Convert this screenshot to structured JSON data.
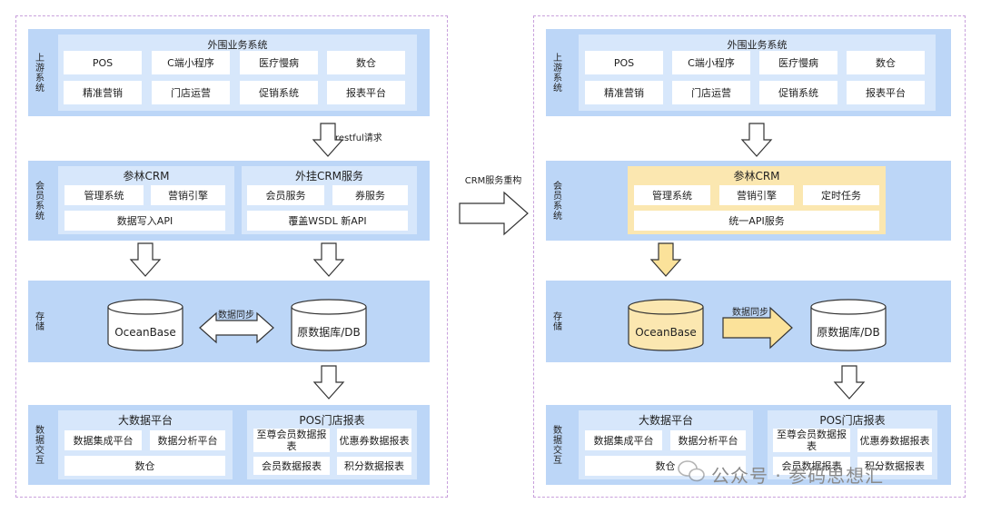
{
  "transition_label": "CRM服务重构",
  "watermark": "公众号 · 参码思想汇",
  "left": {
    "upstream": {
      "label": "上游系统",
      "title": "外围业务系统",
      "items": [
        "POS",
        "C端小程序",
        "医疗慢病",
        "数仓",
        "精准营销",
        "门店运营",
        "促销系统",
        "报表平台"
      ]
    },
    "request_label": "restful请求",
    "member": {
      "label": "会员系统",
      "crm_title": "参林CRM",
      "crm_items": [
        "管理系统",
        "营销引擎"
      ],
      "crm_api": "数据写入API",
      "ext_title": "外挂CRM服务",
      "ext_items": [
        "会员服务",
        "券服务"
      ],
      "ext_api": "覆盖WSDL 新API"
    },
    "storage": {
      "label": "存储",
      "db1": "OceanBase",
      "db2": "原数据库/DB",
      "sync_label": "数据同步"
    },
    "data": {
      "label": "数据交互",
      "bd_title": "大数据平台",
      "bd_items": [
        "数据集成平台",
        "数据分析平台"
      ],
      "bd_wide": "数仓",
      "pos_title": "POS门店报表",
      "pos_items": [
        "至尊会员数据报表",
        "优惠券数据报表",
        "会员数据报表",
        "积分数据报表"
      ]
    }
  },
  "right": {
    "upstream": {
      "label": "上游系统",
      "title": "外围业务系统",
      "items": [
        "POS",
        "C端小程序",
        "医疗慢病",
        "数仓",
        "精准营销",
        "门店运营",
        "促销系统",
        "报表平台"
      ]
    },
    "member": {
      "label": "会员系统",
      "crm_title": "参林CRM",
      "crm_items": [
        "管理系统",
        "营销引擎",
        "定时任务"
      ],
      "crm_api": "统一API服务"
    },
    "storage": {
      "label": "存储",
      "db1": "OceanBase",
      "db2": "原数据库/DB",
      "sync_label": "数据同步"
    },
    "data": {
      "label": "数据交互",
      "bd_title": "大数据平台",
      "bd_items": [
        "数据集成平台",
        "数据分析平台"
      ],
      "bd_wide": "数仓",
      "pos_title": "POS门店报表",
      "pos_items": [
        "至尊会员数据报表",
        "优惠券数据报表",
        "会员数据报表",
        "积分数据报表"
      ]
    }
  },
  "colors": {
    "band": "#bcd6f7",
    "inner": "#d7e7fb",
    "highlight": "#fbe7b0",
    "highlight_arrow": "#fbe29a",
    "panel_border": "#c8a0dc"
  }
}
